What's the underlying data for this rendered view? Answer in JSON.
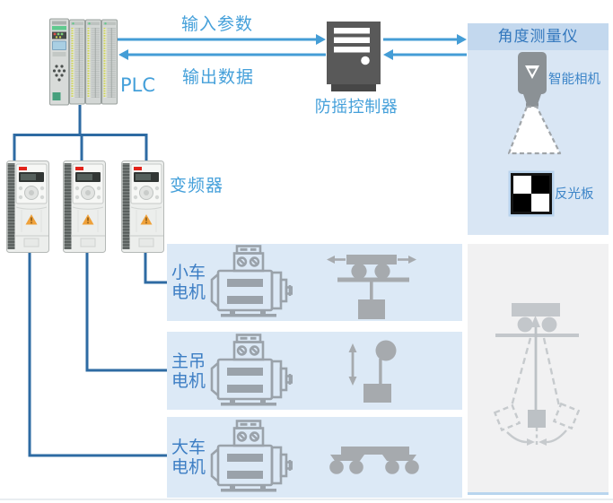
{
  "colors": {
    "arrow_blue": "#449dd6",
    "wire_blue": "#2e6ba3",
    "label_light_blue": "#45a0da",
    "row_label_blue": "#3d7ec4",
    "panel_light_blue": "#dce9f6",
    "panel_header_blue": "#c3d8ee",
    "panel_gray": "#f1f1f2",
    "icon_gray": "#a6aaae",
    "sway_icon_gray": "#c3c7cb",
    "server_gray": "#595959"
  },
  "plc": {
    "label": "PLC"
  },
  "flows": {
    "input_label": "输入参数",
    "output_label": "输出数据"
  },
  "controller": {
    "label": "防摇控制器"
  },
  "inverter_group": {
    "label": "变频器"
  },
  "angle_panel": {
    "title": "角度测量仪",
    "camera_label": "智能相机",
    "reflector_label": "反光板"
  },
  "motor_rows": [
    {
      "line1": "小车",
      "line2": "电机"
    },
    {
      "line1": "主吊",
      "line2": "电机"
    },
    {
      "line1": "大车",
      "line2": "电机"
    }
  ]
}
